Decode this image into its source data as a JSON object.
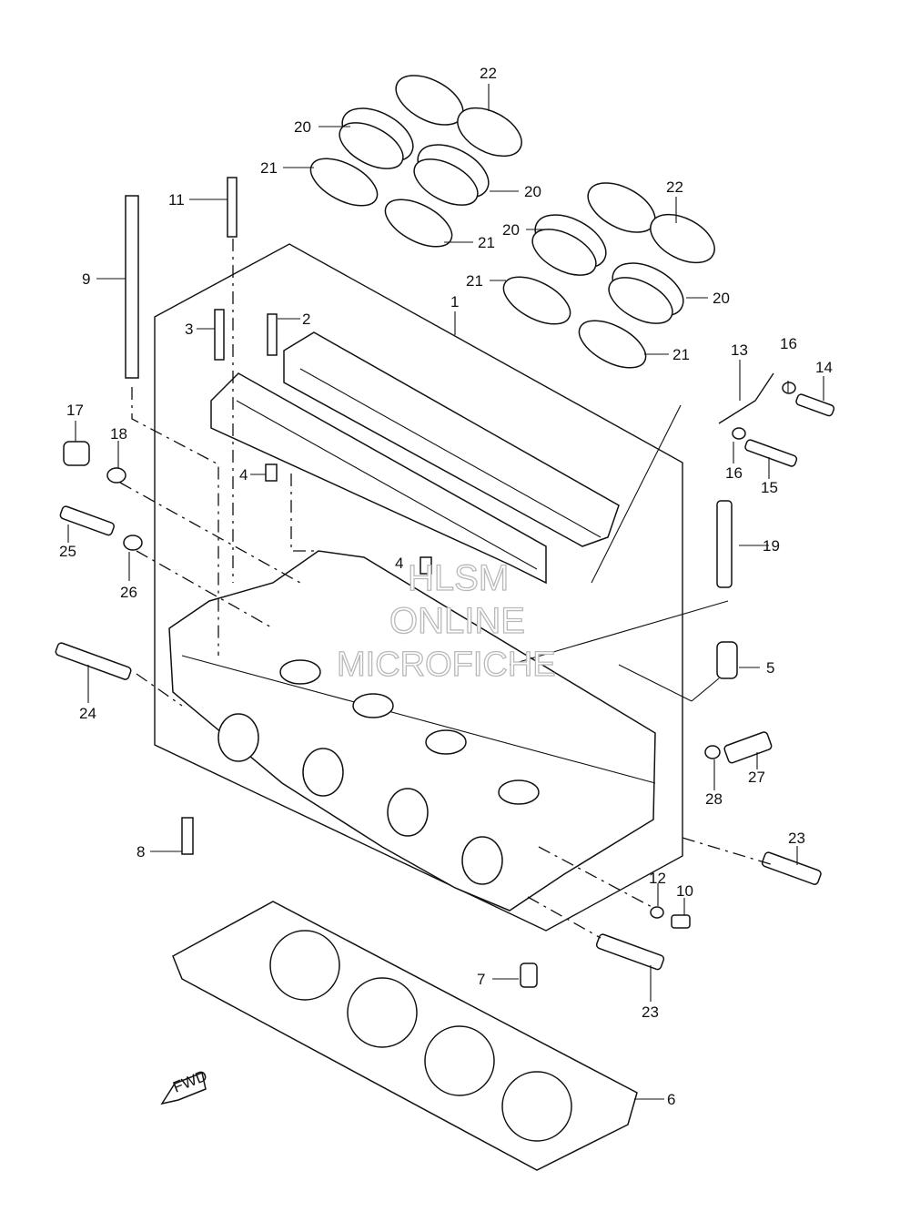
{
  "diagram": {
    "callouts": [
      {
        "id": "c22a",
        "text": "22"
      },
      {
        "id": "c20a",
        "text": "20"
      },
      {
        "id": "c21a",
        "text": "21"
      },
      {
        "id": "c20b",
        "text": "20"
      },
      {
        "id": "c21b",
        "text": "21"
      },
      {
        "id": "c11",
        "text": "11"
      },
      {
        "id": "c9",
        "text": "9"
      },
      {
        "id": "c22b",
        "text": "22"
      },
      {
        "id": "c20c",
        "text": "20"
      },
      {
        "id": "c21c",
        "text": "21"
      },
      {
        "id": "c20d",
        "text": "20"
      },
      {
        "id": "c21d",
        "text": "21"
      },
      {
        "id": "c1",
        "text": "1"
      },
      {
        "id": "c2",
        "text": "2"
      },
      {
        "id": "c3",
        "text": "3"
      },
      {
        "id": "c13",
        "text": "13"
      },
      {
        "id": "c16a",
        "text": "16"
      },
      {
        "id": "c14",
        "text": "14"
      },
      {
        "id": "c16b",
        "text": "16"
      },
      {
        "id": "c15",
        "text": "15"
      },
      {
        "id": "c17",
        "text": "17"
      },
      {
        "id": "c18",
        "text": "18"
      },
      {
        "id": "c4a",
        "text": "4"
      },
      {
        "id": "c25",
        "text": "25"
      },
      {
        "id": "c26",
        "text": "26"
      },
      {
        "id": "c4b",
        "text": "4"
      },
      {
        "id": "c19",
        "text": "19"
      },
      {
        "id": "c5",
        "text": "5"
      },
      {
        "id": "c24",
        "text": "24"
      },
      {
        "id": "c27",
        "text": "27"
      },
      {
        "id": "c28",
        "text": "28"
      },
      {
        "id": "c23a",
        "text": "23"
      },
      {
        "id": "c8",
        "text": "8"
      },
      {
        "id": "c12",
        "text": "12"
      },
      {
        "id": "c10",
        "text": "10"
      },
      {
        "id": "c7",
        "text": "7"
      },
      {
        "id": "c23b",
        "text": "23"
      },
      {
        "id": "c6",
        "text": "6"
      }
    ],
    "watermark": [
      "HLSM",
      "ONLINE",
      "MICROFICHE"
    ],
    "fwd_label": "FWD"
  }
}
